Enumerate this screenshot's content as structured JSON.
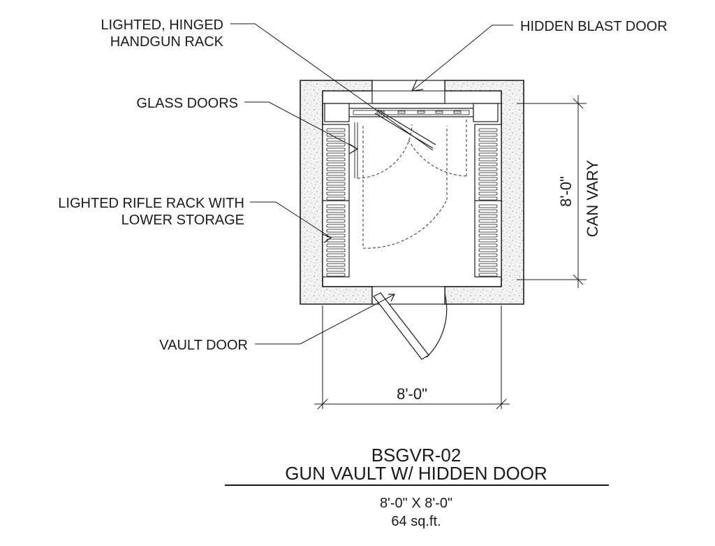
{
  "labels": {
    "handgun_rack_line1": "LIGHTED, HINGED",
    "handgun_rack_line2": "HANDGUN RACK",
    "hidden_blast_door": "HIDDEN BLAST DOOR",
    "glass_doors": "GLASS DOORS",
    "rifle_rack_line1": "LIGHTED RIFLE RACK WITH",
    "rifle_rack_line2": "LOWER STORAGE",
    "vault_door": "VAULT DOOR"
  },
  "dimensions": {
    "width": "8'-0\"",
    "depth": "8'-0\"",
    "depth_note": "CAN VARY"
  },
  "title": {
    "code": "BSGVR-02",
    "name": "GUN VAULT W/ HIDDEN DOOR",
    "size": "8'-0\" X 8'-0\"",
    "area": "64 sq.ft."
  }
}
